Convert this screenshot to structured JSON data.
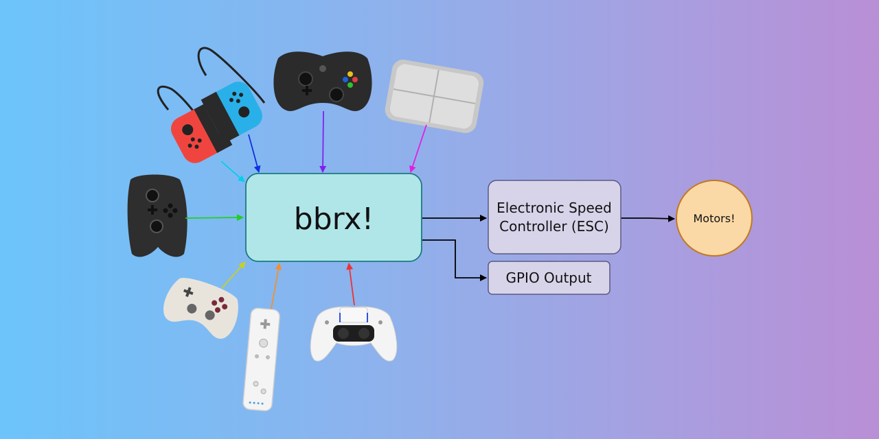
{
  "nodes": {
    "hub": "bbrx!",
    "esc_line1": "Electronic Speed",
    "esc_line2": "Controller (ESC)",
    "gpio": "GPIO Output",
    "motors": "Motors!"
  },
  "controllers": [
    {
      "name": "joy-con-pair",
      "arrow_color": "#00d0e8",
      "arrow_color_2": "#1030e0"
    },
    {
      "name": "xbox-controller",
      "arrow_color": "#8020f0"
    },
    {
      "name": "wii-balance-board",
      "arrow_color": "#e020e0"
    },
    {
      "name": "switch-pro-controller",
      "arrow_color": "#20d020"
    },
    {
      "name": "8bitdo-controller",
      "arrow_color": "#c8d020"
    },
    {
      "name": "wii-remote",
      "arrow_color": "#f09030"
    },
    {
      "name": "dualsense-controller",
      "arrow_color": "#f03030"
    }
  ],
  "colors": {
    "hub_fill": "#b0e6e8",
    "hub_stroke": "#1a7a80",
    "esc_fill": "#d7d4ea",
    "esc_stroke": "#5a5a80",
    "motors_fill": "#fbd9a6",
    "motors_stroke": "#c07a20"
  }
}
